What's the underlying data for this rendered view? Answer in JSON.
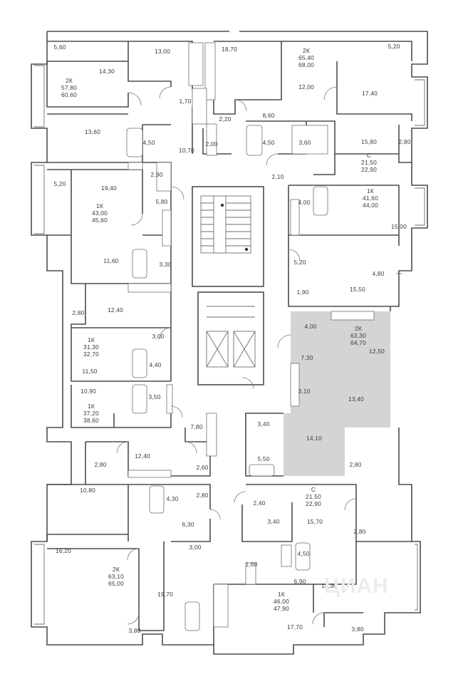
{
  "plan": {
    "highlight_color": "#d4d4d4",
    "wall_color": "#4d4d4d",
    "watermark": "ЦИАН"
  },
  "apartments": [
    {
      "id": "a1",
      "type": "2К",
      "area": "57,80",
      "area_total": "60,60"
    },
    {
      "id": "a2",
      "type": "2К",
      "area": "65,40",
      "area_total": "68,00"
    },
    {
      "id": "a3",
      "type": "С",
      "area": "21,50",
      "area_total": "22,90"
    },
    {
      "id": "a4",
      "type": "1К",
      "area": "43,00",
      "area_total": "45,60"
    },
    {
      "id": "a5",
      "type": "1К",
      "area": "41,60",
      "area_total": "44,00"
    },
    {
      "id": "a6",
      "type": "1К",
      "area": "31,30",
      "area_total": "32,70"
    },
    {
      "id": "a7",
      "type": "2К",
      "area": "63,30",
      "area_total": "64,70"
    },
    {
      "id": "a8",
      "type": "1К",
      "area": "37,20",
      "area_total": "38,60"
    },
    {
      "id": "a9",
      "type": "С",
      "area": "21,50",
      "area_total": "22,90"
    },
    {
      "id": "a10",
      "type": "2К",
      "area": "63,10",
      "area_total": "65,00"
    },
    {
      "id": "a11",
      "type": "1К",
      "area": "46,00",
      "area_total": "47,90"
    }
  ],
  "rooms": [
    "5,60",
    "14,30",
    "13,00",
    "18,70",
    "5,20",
    "12,00",
    "17,40",
    "1,70",
    "2,20",
    "8,60",
    "13,60",
    "4,50",
    "10,70",
    "2,00",
    "4,50",
    "3,60",
    "15,80",
    "2,80",
    "2,90",
    "2,10",
    "5,20",
    "19,40",
    "4,00",
    "15,00",
    "5,80",
    "11,60",
    "3,30",
    "5,20",
    "4,80",
    "1,90",
    "15,50",
    "2,80",
    "12,40",
    "4,00",
    "3,00",
    "12,50",
    "4,40",
    "7,30",
    "11,50",
    "3,10",
    "13,40",
    "10,90",
    "3,50",
    "3,40",
    "14,10",
    "7,80",
    "12,40",
    "5,50",
    "2,80",
    "2,60",
    "2,80",
    "2,80",
    "10,80",
    "4,30",
    "2,40",
    "3,40",
    "15,70",
    "6,30",
    "2,80",
    "16,20",
    "3,00",
    "1,60",
    "4,50",
    "6,90",
    "15,30",
    "19,70",
    "17,70",
    "3,80",
    "3,80"
  ]
}
